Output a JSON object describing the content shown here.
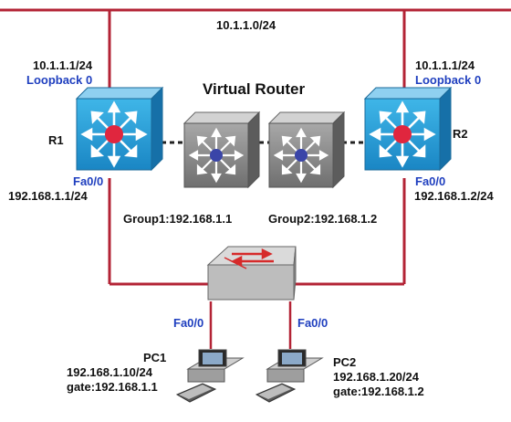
{
  "network": {
    "top_subnet": "10.1.1.0/24",
    "virtual_router": "Virtual Router"
  },
  "r1": {
    "name": "R1",
    "loopback_ip": "10.1.1.1/24",
    "loopback_name": "Loopback 0",
    "interface": "Fa0/0",
    "interface_ip": "192.168.1.1/24"
  },
  "r2": {
    "name": "R2",
    "loopback_ip": "10.1.1.1/24",
    "loopback_name": "Loopback 0",
    "interface": "Fa0/0",
    "interface_ip": "192.168.1.2/24"
  },
  "groups": {
    "group1": "Group1:192.168.1.1",
    "group2": "Group2:192.168.1.2"
  },
  "pc1": {
    "name": "PC1",
    "ip": "192.168.1.10/24",
    "gateway": "gate:192.168.1.1",
    "port": "Fa0/0"
  },
  "pc2": {
    "name": "PC2",
    "ip": "192.168.1.20/24",
    "gateway": "gate:192.168.1.2",
    "port": "Fa0/0"
  },
  "colors": {
    "link": "#b32335",
    "label_blue": "#1f3fbf",
    "router_blue": "#2a9fd6",
    "mid_gray": "#8e8e8e"
  },
  "icons": {
    "router": "layer3-switch-icon",
    "mid": "layer3-switch-gray-icon",
    "switch": "switch-icon",
    "pc": "desktop-pc-icon"
  }
}
